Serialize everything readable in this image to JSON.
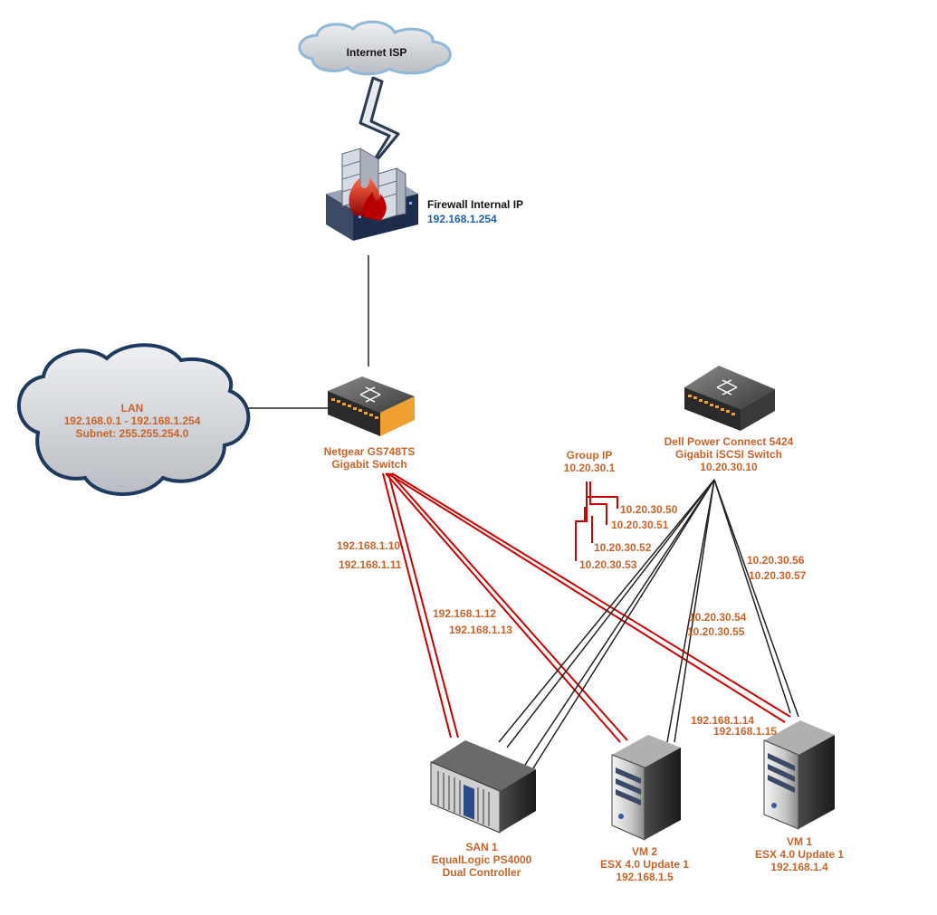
{
  "colors": {
    "label": "#c8642a",
    "ip_blue": "#1f5fb5",
    "lan_link": "#cc0000",
    "iscsi_link": "#222222",
    "cloud_fill": "#d4d6da",
    "cloud_stroke": "#1e3a5f",
    "switch_orange": "#f0a030"
  },
  "internet": {
    "label": "Internet ISP"
  },
  "firewall": {
    "title": "Firewall Internal IP",
    "ip": "192.168.1.254"
  },
  "lan": {
    "title": "LAN",
    "range": "192.168.0.1 - 192.168.1.254",
    "subnet": "Subnet: 255.255.254.0"
  },
  "netgear": {
    "line1": "Netgear GS748TS",
    "line2": "Gigabit Switch"
  },
  "dell": {
    "line1": "Dell Power Connect 5424",
    "line2": "Gigabit iSCSI Switch",
    "ip": "10.20.30.10"
  },
  "group": {
    "title": "Group IP",
    "ip": "10.20.30.1",
    "ports": [
      "10.20.30.50",
      "10.20.30.51",
      "10.20.30.52",
      "10.20.30.53"
    ]
  },
  "san": {
    "line1": "SAN 1",
    "line2": "EqualLogic PS4000",
    "line3": "Dual Controller",
    "lan_ip_a": "192.168.1.10",
    "lan_ip_b": "192.168.1.11"
  },
  "vm2": {
    "line1": "VM 2",
    "line2": "ESX 4.0 Update 1",
    "line3": "192.168.1.5",
    "lan_ip_a": "192.168.1.12",
    "lan_ip_b": "192.168.1.13",
    "iscsi_ip_a": "10.20.30.54",
    "iscsi_ip_b": "10.20.30.55"
  },
  "vm1": {
    "line1": "VM 1",
    "line2": "ESX 4.0 Update 1",
    "line3": "192.168.1.4",
    "lan_ip_a": "192.168.1.14",
    "lan_ip_b": "192.168.1.15",
    "iscsi_ip_a": "10.20.30.56",
    "iscsi_ip_b": "10.20.30.57"
  }
}
